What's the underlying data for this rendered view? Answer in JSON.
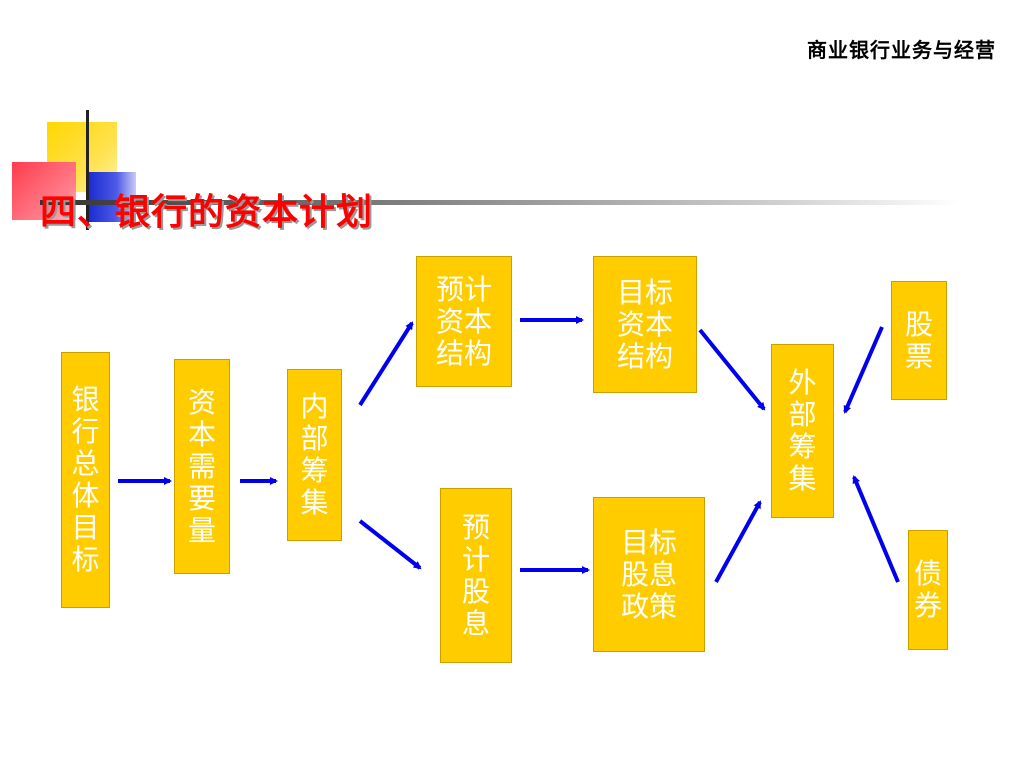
{
  "header": {
    "course_title": "商业银行业务与经营"
  },
  "slide": {
    "title": "四、银行的资本计划"
  },
  "diagram": {
    "nodes": {
      "overall_goal": "银\n行\n总\n体\n目\n标",
      "capital_demand": "资\n本\n需\n要\n量",
      "internal_funding": "内\n部\n筹\n集",
      "projected_structure": "预计\n资本\n结构",
      "projected_dividend": "预\n计\n股\n息",
      "target_structure": "目标\n资本\n结构",
      "target_dividend_policy": "目标\n股息\n政策",
      "external_funding": "外\n部\n筹\n集",
      "stocks": "股\n票",
      "bonds": "债\n券"
    },
    "arrow_color": "#0000ee",
    "box_color": "#ffcc00",
    "title_color": "#ff0000"
  }
}
